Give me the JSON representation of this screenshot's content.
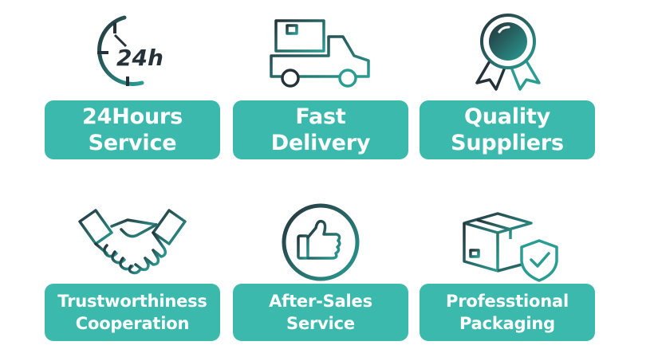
{
  "colors": {
    "accent": "#3cb9ad",
    "icon_dark": "#25323a",
    "icon_teal": "#2a9d93"
  },
  "features": [
    {
      "icon": "clock-24h-icon",
      "icon_text": "24h",
      "line1": "24Hours",
      "line2": "Service"
    },
    {
      "icon": "delivery-truck-icon",
      "line1": "Fast",
      "line2": "Delivery"
    },
    {
      "icon": "award-medal-icon",
      "line1": "Quality",
      "line2": "Suppliers"
    },
    {
      "icon": "handshake-icon",
      "line1": "Trustworthiness",
      "line2": "Cooperation"
    },
    {
      "icon": "thumbs-up-icon",
      "line1": "After-Sales",
      "line2": "Service"
    },
    {
      "icon": "package-shield-icon",
      "line1": "Professtional",
      "line2": "Packaging"
    }
  ]
}
